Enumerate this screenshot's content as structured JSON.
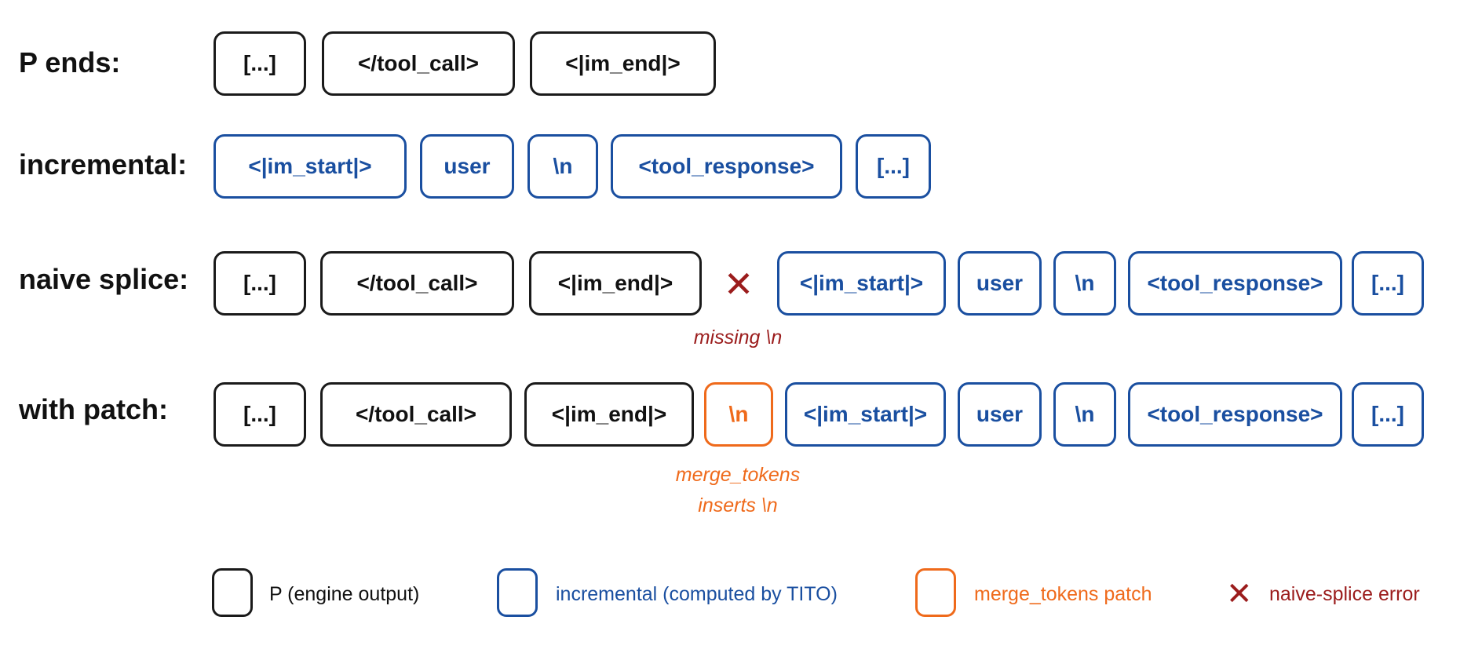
{
  "colors": {
    "engine_output": "#1a1a1a",
    "incremental": "#1a4fa0",
    "patch": "#ef6a1b",
    "error": "#9b1c1c"
  },
  "rows": [
    {
      "label": "P ends:",
      "tokens": [
        {
          "text": "[...]",
          "kind": "black"
        },
        {
          "text": "</tool_call>",
          "kind": "black"
        },
        {
          "text": "<|im_end|>",
          "kind": "black"
        }
      ]
    },
    {
      "label": "incremental:",
      "tokens": [
        {
          "text": "<|im_start|>",
          "kind": "blue"
        },
        {
          "text": "user",
          "kind": "blue"
        },
        {
          "text": "\\n",
          "kind": "blue"
        },
        {
          "text": "<tool_response>",
          "kind": "blue"
        },
        {
          "text": "[...]",
          "kind": "blue"
        }
      ]
    },
    {
      "label": "naive splice:",
      "tokens": [
        {
          "text": "[...]",
          "kind": "black"
        },
        {
          "text": "</tool_call>",
          "kind": "black"
        },
        {
          "text": "<|im_end|>",
          "kind": "black"
        },
        {
          "text": "<|im_start|>",
          "kind": "blue"
        },
        {
          "text": "user",
          "kind": "blue"
        },
        {
          "text": "\\n",
          "kind": "blue"
        },
        {
          "text": "<tool_response>",
          "kind": "blue"
        },
        {
          "text": "[...]",
          "kind": "blue"
        }
      ],
      "error_mark": "✕",
      "note": "missing \\n"
    },
    {
      "label": "with patch:",
      "tokens": [
        {
          "text": "[...]",
          "kind": "black"
        },
        {
          "text": "</tool_call>",
          "kind": "black"
        },
        {
          "text": "<|im_end|>",
          "kind": "black"
        },
        {
          "text": "\\n",
          "kind": "orange"
        },
        {
          "text": "<|im_start|>",
          "kind": "blue"
        },
        {
          "text": "user",
          "kind": "blue"
        },
        {
          "text": "\\n",
          "kind": "blue"
        },
        {
          "text": "<tool_response>",
          "kind": "blue"
        },
        {
          "text": "[...]",
          "kind": "blue"
        }
      ],
      "note_line1": "merge_tokens",
      "note_line2": "inserts \\n"
    }
  ],
  "legend": {
    "engine_output": "P (engine output)",
    "incremental": "incremental (computed by TITO)",
    "patch": "merge_tokens patch",
    "error_mark": "✕",
    "error": "naive-splice error"
  }
}
